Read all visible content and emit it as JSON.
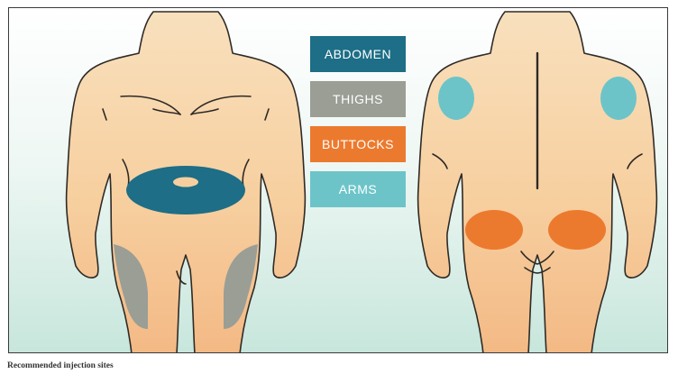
{
  "legend": [
    {
      "label": "ABDOMEN",
      "color": "#1d6e86"
    },
    {
      "label": "THIGHS",
      "color": "#9a9e95"
    },
    {
      "label": "BUTTOCKS",
      "color": "#ec7a2e"
    },
    {
      "label": "ARMS",
      "color": "#6cc4c9"
    }
  ],
  "caption": "Recommended injection sites",
  "colors": {
    "skin_top": "#f7ddb8",
    "skin_bottom": "#f4bb8c",
    "outline": "#2e2a26",
    "background_top": "#ffffff",
    "background_bottom": "#c7e6dc"
  }
}
